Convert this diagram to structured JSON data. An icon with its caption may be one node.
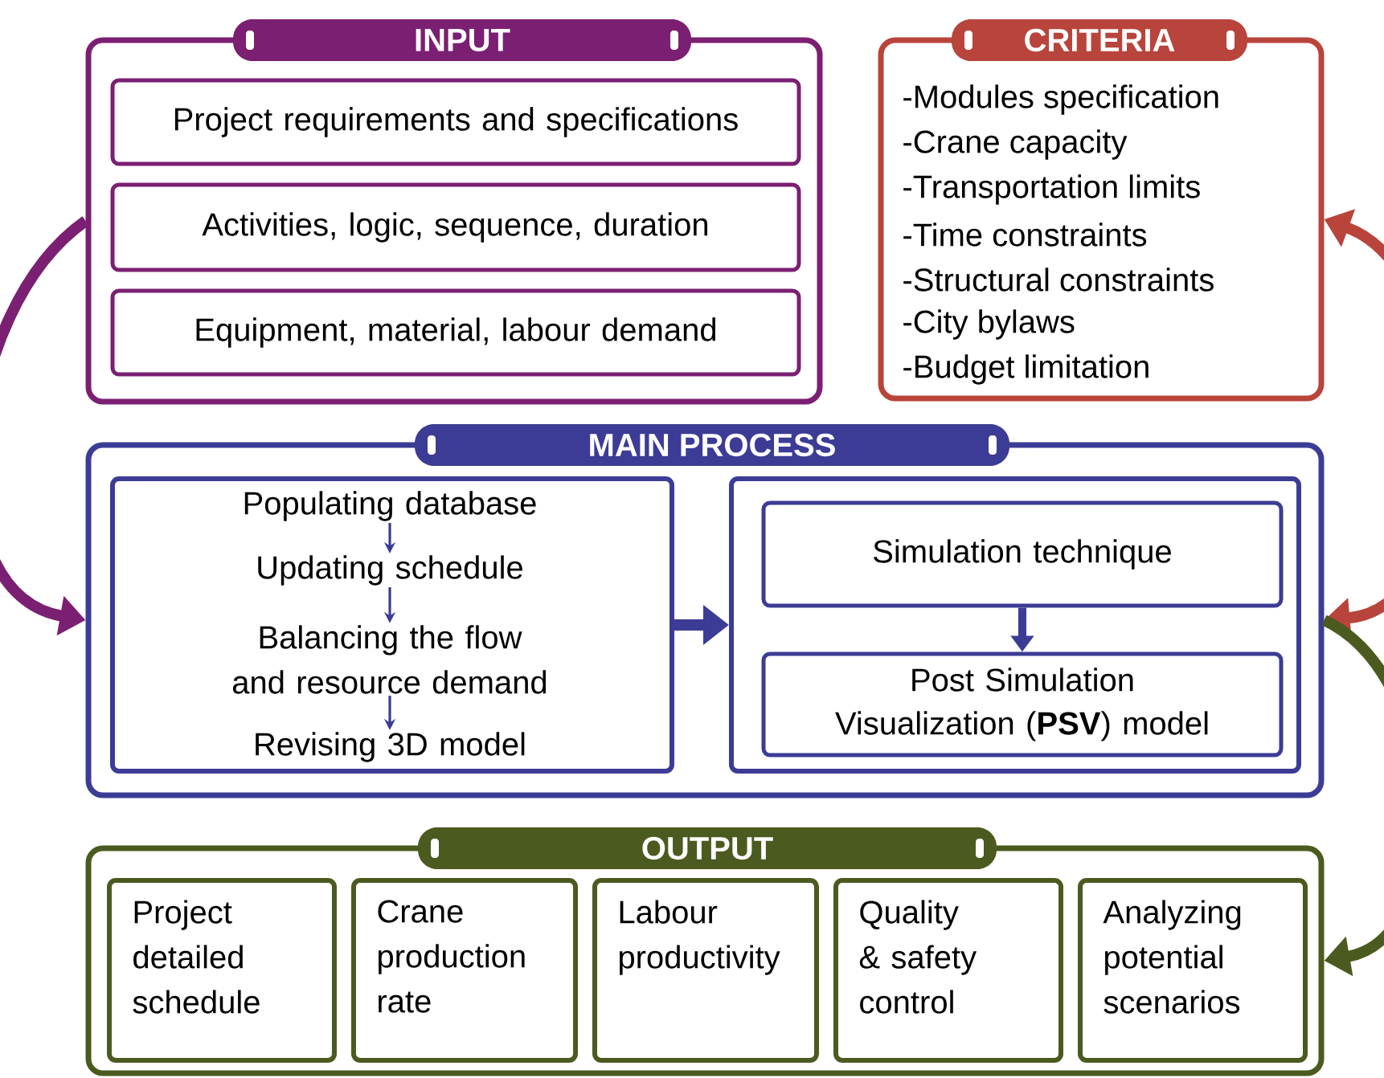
{
  "diagram": {
    "nodes": [
      {
        "text": [
          "INPUT"
        ]
      },
      {
        "text": [
          "Project requirements and specifications"
        ],
        "in": 0
      },
      {
        "text": [
          "Activities, logic, sequence, duration"
        ],
        "in": 0
      },
      {
        "text": [
          "Equipment, material, labour demand"
        ],
        "in": 0
      },
      {
        "text": [
          "CRITERIA",
          "-Modules specification",
          "-Crane capacity",
          "-Transportation limits",
          "-Time constraints",
          "-Structural constraints",
          "-City bylaws",
          "-Budget limitation"
        ]
      },
      {
        "text": [
          "MAIN PROCESS"
        ]
      },
      {
        "text": [],
        "shape": "box",
        "in": 5
      },
      {
        "text": [
          "Populating  database"
        ],
        "in": 6
      },
      {
        "text": [
          "Updating  schedule"
        ],
        "in": 6
      },
      {
        "text": [
          "Balancing the flow and resource  demand"
        ],
        "in": 6
      },
      {
        "text": [
          "Revising 3D model"
        ],
        "in": 6
      },
      {
        "text": [],
        "shape": "box",
        "in": 5
      },
      {
        "text": [
          "Simulation technique"
        ],
        "in": 11
      },
      {
        "text": [
          "Post Simulation Visualization (**PSV**) model"
        ],
        "in": 11
      },
      {
        "text": [
          "OUTPUT"
        ]
      },
      {
        "text": [
          "Project detailed schedule"
        ],
        "in": 14
      },
      {
        "text": [
          "Crane production rate"
        ],
        "in": 14
      },
      {
        "text": [
          "Labour productivity"
        ],
        "in": 14
      },
      {
        "text": [
          "Quality & safety control"
        ],
        "in": 14
      },
      {
        "text": [
          "Analyzing potential scenarios"
        ],
        "in": 14
      }
    ],
    "edges": [
      {
        "from": 7,
        "to": 8,
        "arrow": "to"
      },
      {
        "from": 8,
        "to": 9,
        "arrow": "to"
      },
      {
        "from": 9,
        "to": 10,
        "arrow": "to"
      },
      {
        "from": 6,
        "to": 11,
        "arrow": "to"
      },
      {
        "from": 12,
        "to": 13,
        "arrow": "to"
      },
      {
        "from": 0,
        "to": 5,
        "arrow": "to",
        "color": "#7b1f72"
      },
      {
        "from": 4,
        "to": 5,
        "arrow": "both",
        "color": "#b8443c"
      },
      {
        "from": 5,
        "to": 14,
        "arrow": "to",
        "color": "#4b5a1e"
      }
    ]
  }
}
